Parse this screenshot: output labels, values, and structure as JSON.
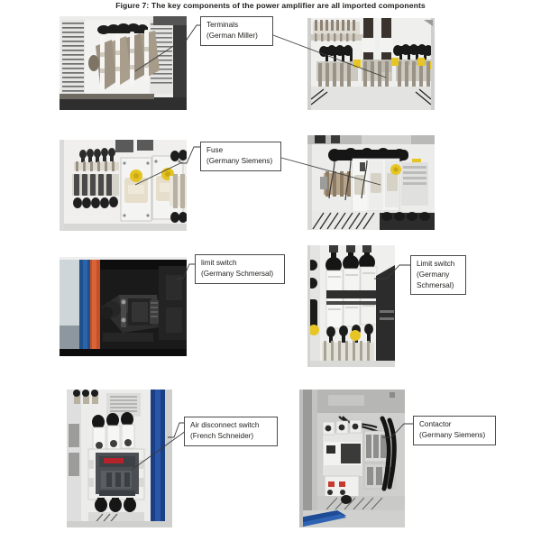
{
  "document": {
    "caption": "Figure 7: The key components of the power amplifier are all imported components",
    "background_color": "#ffffff",
    "text_color": "#1d1d1b"
  },
  "callouts": [
    {
      "id": "terminals",
      "line1": "Terminals",
      "line2": "(German Miller)",
      "line3": ""
    },
    {
      "id": "fuse",
      "line1": "Fuse",
      "line2": "(Germany Siemens)",
      "line3": ""
    },
    {
      "id": "limit-switch-left",
      "line1": "limit switch",
      "line2": "(Germany Schmersal)",
      "line3": ""
    },
    {
      "id": "limit-switch-right",
      "line1": "Limit switch",
      "line2": "(Germany",
      "line3": "Schmersal)"
    },
    {
      "id": "air-disconnect-switch",
      "line1": "Air disconnect switch",
      "line2": "(French Schneider)",
      "line3": ""
    },
    {
      "id": "contactor",
      "line1": "Contactor",
      "line2": "(Germany Siemens)",
      "line3": ""
    }
  ],
  "photos": [
    {
      "id": "photo-terminals-cabinet",
      "alt": "Power amplifier cabinet interior with ventilation louvers and imported terminal blocks",
      "palette": {
        "panel": "#e9e9e7",
        "louver": "#6f6f6f",
        "metal": "#9b8f7e",
        "dark": "#2a2a2a",
        "shadow": "#141414"
      }
    },
    {
      "id": "photo-terminals-rack",
      "alt": "Terminal strips with yellow markers and copper bus bars",
      "palette": {
        "panel": "#ebebe9",
        "busbar": "#3b3530",
        "marker": "#e8c81e",
        "metal": "#b2a894",
        "dark": "#242424"
      }
    },
    {
      "id": "photo-fuse-panel",
      "alt": "Siemens fuse holders with yellow indicator caps",
      "palette": {
        "panel": "#ededeb",
        "fuse": "#e3dcc8",
        "marker": "#e8c81e",
        "dark": "#2b2b2b",
        "metal": "#9d9d9d"
      }
    },
    {
      "id": "photo-fuse-assembly",
      "alt": "Fuse assembly mounted in cabinet with black bus bars",
      "palette": {
        "panel": "#e4e4e2",
        "fuse": "#dedad0",
        "marker": "#e8c81e",
        "dark": "#1f1f1f",
        "metal": "#a8a8a8"
      }
    },
    {
      "id": "photo-limit-switch-dark",
      "alt": "Schmersal limit switch mounted on dark machine frame",
      "palette": {
        "frame_blue": "#1f4f8c",
        "frame_orange": "#c4502a",
        "dark": "#171717",
        "device": "#2e2e2e",
        "sky": "#6d7a86"
      }
    },
    {
      "id": "photo-limit-switch-modules",
      "alt": "Schmersal limit switch modules with black actuator knobs",
      "palette": {
        "panel": "#e7e7e5",
        "module": "#f2f2f0",
        "knob": "#1b1b1b",
        "marker": "#e8c81e",
        "dark": "#232323"
      }
    },
    {
      "id": "photo-air-disconnect-switch",
      "alt": "Schneider air disconnect switch / moulded case circuit breaker",
      "palette": {
        "panel": "#e6e6e4",
        "breaker": "#4b4e53",
        "label_red": "#b4242a",
        "frame_blue": "#1a3f84",
        "dark": "#1c1c1c"
      }
    },
    {
      "id": "photo-contactor",
      "alt": "Siemens contactor group inside the cabinet",
      "palette": {
        "panel": "#d7d7d5",
        "contactor": "#efefed",
        "dark": "#1a1a1a",
        "frame_blue": "#1d4b96",
        "metal": "#8e8e8e"
      }
    }
  ]
}
